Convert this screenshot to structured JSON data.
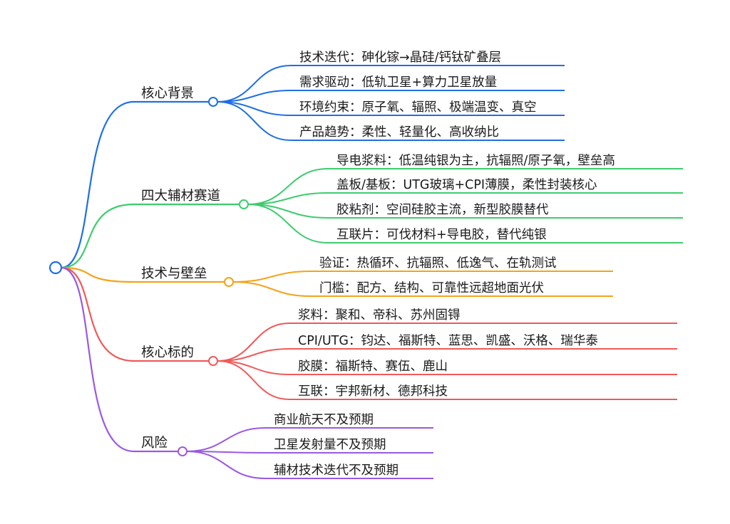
{
  "mindmap": {
    "root": {
      "label": ""
    },
    "branches": [
      {
        "label": "核心背景",
        "color": "#1f6fe5",
        "items": [
          "技术迭代：砷化镓→晶硅/钙钛矿叠层",
          "需求驱动：低轨卫星+算力卫星放量",
          "环境约束：原子氧、辐照、极端温变、真空",
          "产品趋势：柔性、轻量化、高收纳比"
        ]
      },
      {
        "label": "四大辅材赛道",
        "color": "#3dcc6e",
        "items": [
          "导电浆料：低温纯银为主，抗辐照/原子氧，壁垒高",
          "盖板/基板：UTG玻璃+CPI薄膜，柔性封装核心",
          "胶粘剂：空间硅胶主流，新型胶膜替代",
          "互联片：可伐材料+导电胶，替代纯银"
        ]
      },
      {
        "label": "技术与壁垒",
        "color": "#f5a31a",
        "items": [
          "验证：热循环、抗辐照、低逸气、在轨测试",
          "门槛：配方、结构、可靠性远超地面光伏"
        ]
      },
      {
        "label": "核心标的",
        "color": "#ef5a5a",
        "items": [
          "浆料：聚和、帝科、苏州固锝",
          "CPI/UTG：钧达、福斯特、蓝思、凯盛、沃格、瑞华泰",
          "胶膜：福斯特、赛伍、鹿山",
          "互联：宇邦新材、德邦科技"
        ]
      },
      {
        "label": "风险",
        "color": "#9b59e0",
        "items": [
          "商业航天不及预期",
          "卫星发射量不及预期",
          "辅材技术迭代不及预期"
        ]
      }
    ]
  }
}
